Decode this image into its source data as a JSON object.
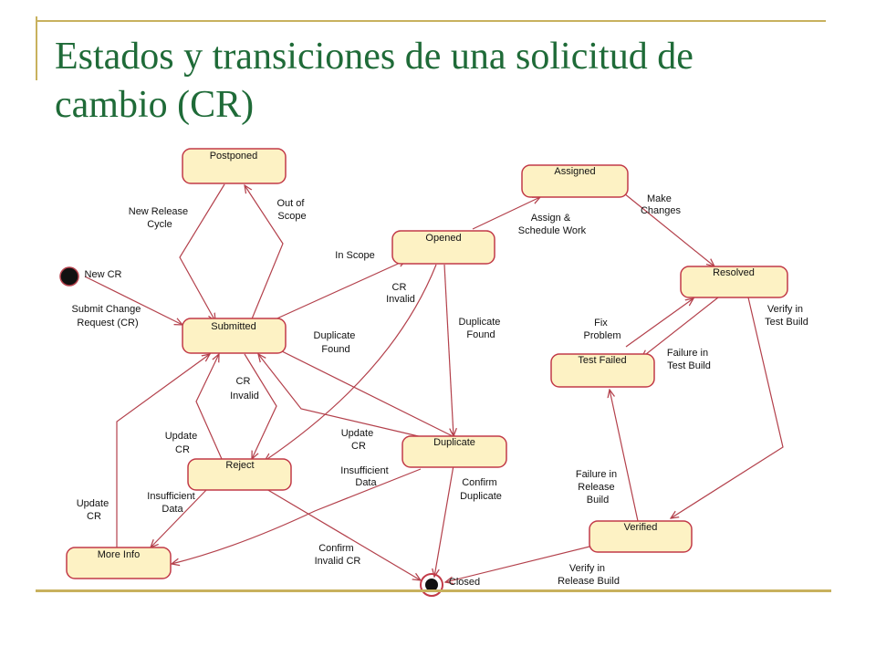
{
  "slide": {
    "title_line1": "Estados y transiciones de una solicitud de",
    "title_line2": "cambio (CR)"
  },
  "states": {
    "postponed": "Postponed",
    "assigned": "Assigned",
    "opened": "Opened",
    "resolved": "Resolved",
    "submitted": "Submitted",
    "test_failed": "Test Failed",
    "duplicate": "Duplicate",
    "reject": "Reject",
    "verified": "Verified",
    "more_info": "More Info"
  },
  "pseudo_states": {
    "new_cr": "New CR",
    "closed": "Closed"
  },
  "transitions": {
    "new_release_cycle": [
      "New Release",
      "Cycle"
    ],
    "out_of_scope": [
      "Out of",
      "Scope"
    ],
    "in_scope": [
      "In Scope"
    ],
    "assign_schedule": [
      "Assign &",
      "Schedule Work"
    ],
    "make_changes": [
      "Make",
      "Changes"
    ],
    "submit_change_request": [
      "Submit Change",
      "Request (CR)"
    ],
    "cr_invalid_opened": [
      "CR",
      "Invalid"
    ],
    "duplicate_found_opened": [
      "Duplicate",
      "Found"
    ],
    "duplicate_found_submitted": [
      "Duplicate",
      "Found"
    ],
    "fix_problem": [
      "Fix",
      "Problem"
    ],
    "verify_test_build": [
      "Verify in",
      "Test Build"
    ],
    "failure_test_build": [
      "Failure in",
      "Test Build"
    ],
    "cr_invalid_submitted": [
      "CR",
      "Invalid"
    ],
    "update_cr_reject": [
      "Update",
      "CR"
    ],
    "update_cr_duplicate": [
      "Update",
      "CR"
    ],
    "insufficient_data_duplicate": [
      "Insufficient",
      "Data"
    ],
    "confirm_duplicate": [
      "Confirm",
      "Duplicate"
    ],
    "failure_release_build": [
      "Failure in",
      "Release",
      "Build"
    ],
    "insufficient_data_reject": [
      "Insufficient",
      "Data"
    ],
    "update_cr_moreinfo": [
      "Update",
      "CR"
    ],
    "confirm_invalid_cr": [
      "Confirm",
      "Invalid CR"
    ],
    "verify_release_build": [
      "Verify in",
      "Release Build"
    ]
  },
  "colors": {
    "title": "#1f6b38",
    "frame": "#c8b15e",
    "state_fill": "#fdf2c4",
    "state_border": "#c23a48",
    "transition": "#b3404b"
  }
}
